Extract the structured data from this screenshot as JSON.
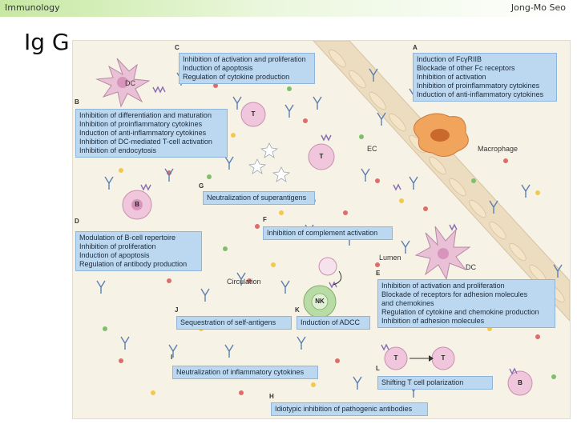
{
  "header": {
    "left_text": "Immunology",
    "right_text": "Jong-Mo Seo"
  },
  "slide": {
    "title": "Ig G"
  },
  "figure": {
    "letters": {
      "a": "A",
      "b": "B",
      "c": "C",
      "d": "D",
      "e": "E",
      "f": "F",
      "g": "G",
      "h": "H",
      "i": "I",
      "j": "J",
      "k": "K",
      "l": "L"
    },
    "labels": {
      "dc_top": "DC",
      "dc_right": "DC",
      "macrophage": "Macrophage",
      "ec": "EC",
      "lumen": "Lumen",
      "circulation": "Circulation",
      "t_cell": "T",
      "b_cell": "B",
      "nk_cell": "NK"
    },
    "boxes": {
      "a": [
        "Induction of FcγRIIB",
        "Blockade of other Fc receptors",
        "Inhibition of activation",
        "Inhibition of proinflammatory cytokines",
        "Induction of anti-inflammatory cytokines"
      ],
      "b": [
        "Inhibition of differentiation and maturation",
        "Inhibition of proinflammatory cytokines",
        "Induction of anti-inflammatory cytokines",
        "Inhibition of DC-mediated T-cell activation",
        "Inhibition of endocytosis"
      ],
      "c": [
        "Inhibition of activation and proliferation",
        "Induction of apoptosis",
        "Regulation of cytokine production"
      ],
      "d": [
        "Modulation of B-cell repertoire",
        "Inhibition of proliferation",
        "Induction of apoptosis",
        "Regulation of antibody production"
      ],
      "e": [
        "Inhibition of activation and proliferation",
        "Blockade of receptors for adhesion molecules",
        "and chemokines",
        "Regulation of cytokine and chemokine production",
        "Inhibition of adhesion molecules"
      ],
      "f": [
        "Inhibition of complement activation"
      ],
      "g": [
        "Neutralization of superantigens"
      ],
      "h": [
        "Idiotypic inhibition of pathogenic antibodies"
      ],
      "i": [
        "Neutralization of inflammatory cytokines"
      ],
      "j": [
        "Sequestration of self-antigens"
      ],
      "k": [
        "Induction of ADCC"
      ],
      "l": [
        "Shifting T cell polarization"
      ]
    },
    "colors": {
      "box_fill": "#bcd8f0",
      "box_border": "#8fb6da",
      "background": "#f7f2e6",
      "vessel_wall": "#e8d7b8",
      "cell_pink": "#e9b3cf",
      "cell_orange": "#f0a45c",
      "nk_green": "#9fcf8a"
    }
  }
}
